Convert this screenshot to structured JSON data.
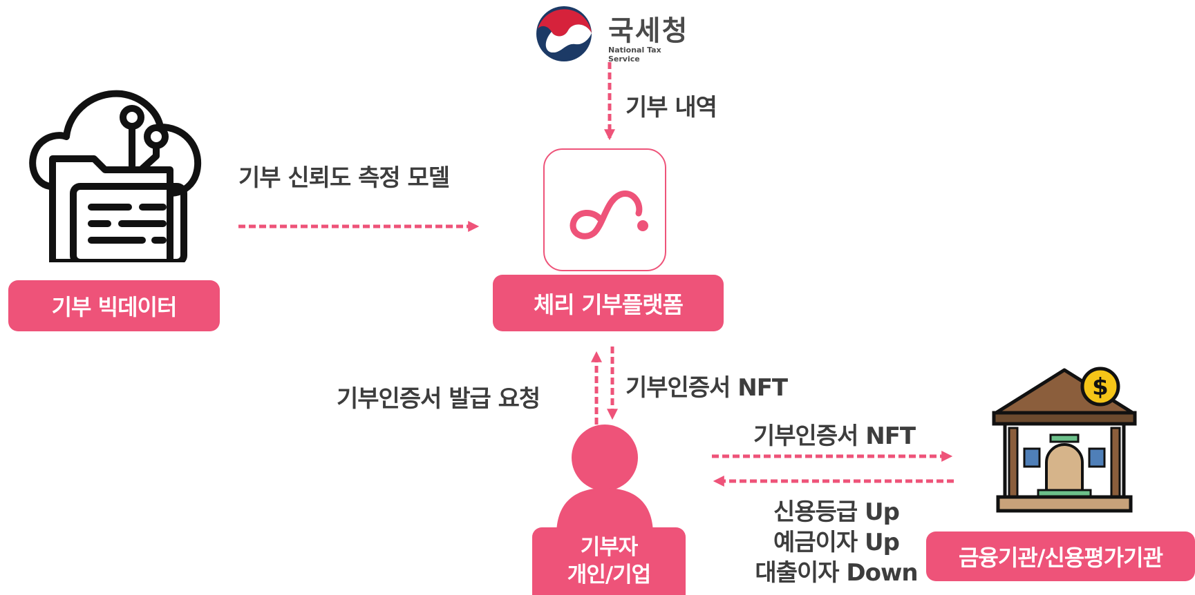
{
  "colors": {
    "accent": "#ee5379",
    "text": "#3d3d3d",
    "navy": "#1c3a66",
    "red": "#d6223b"
  },
  "nts": {
    "name_ko": "국세청",
    "name_en": "National Tax Service"
  },
  "nodes": {
    "big_data": {
      "label": "기부 빅데이터",
      "icon": "cloud-data-folder-icon"
    },
    "platform": {
      "label": "체리 기부플랫폼",
      "icon": "cherry-logo-icon"
    },
    "donor": {
      "line1": "기부자",
      "line2": "개인/기업",
      "icon": "person-icon"
    },
    "finance": {
      "label": "금융기관/신용평가기관",
      "icon": "bank-icon"
    }
  },
  "edges": {
    "nts_to_platform": "기부 내역",
    "data_to_platform": "기부 신뢰도 측정 모델",
    "donor_request": "기부인증서 발급 요청",
    "platform_to_donor": "기부인증서 NFT",
    "donor_to_finance": "기부인증서 NFT",
    "finance_to_donor": [
      "신용등급 Up",
      "예금이자 Up",
      "대출이자 Down"
    ]
  }
}
